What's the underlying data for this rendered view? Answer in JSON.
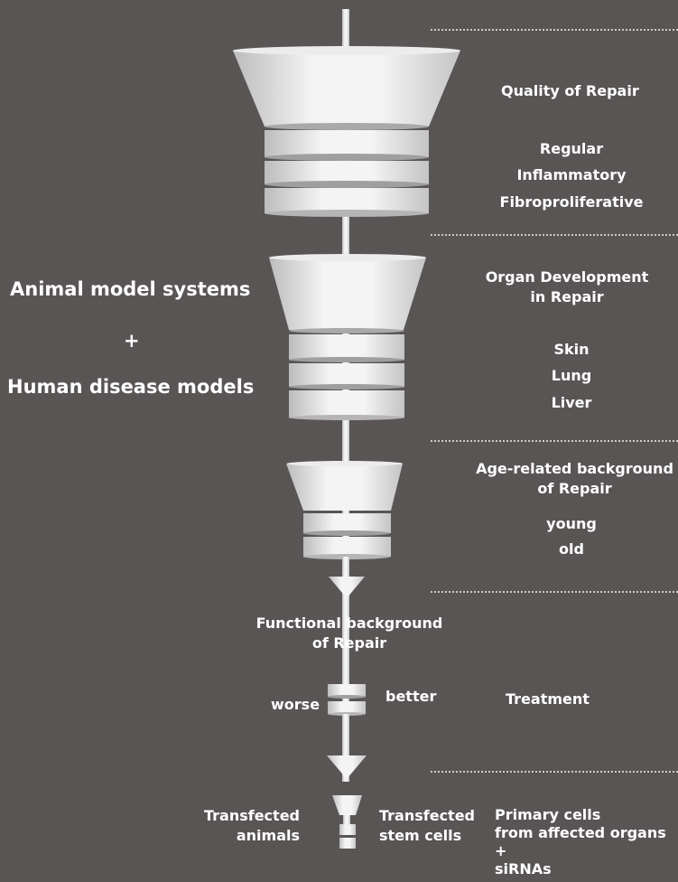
{
  "left_panel": {
    "line1": "Animal model systems",
    "plus": "+",
    "line2": "Human disease models"
  },
  "funnel_stages": [
    {
      "title_lines": [
        "Quality of Repair"
      ],
      "items": [
        "Regular",
        "Inflammatory",
        "Fibroproliferative"
      ]
    },
    {
      "title_lines": [
        "Organ Development",
        "in Repair"
      ],
      "items": [
        "Skin",
        "Lung",
        "Liver"
      ]
    },
    {
      "title_lines": [
        "Age-related background",
        "of Repair"
      ],
      "items": [
        "young",
        "old"
      ]
    }
  ],
  "functional": {
    "lines": [
      "Functional background",
      "of Repair"
    ],
    "worse": "worse",
    "better": "better",
    "treatment": "Treatment"
  },
  "bottom": {
    "animals": [
      "Transfected",
      "animals"
    ],
    "stem_cells": [
      "Transfected",
      "stem cells"
    ],
    "primary": [
      "Primary cells",
      "from affected organs",
      "+",
      "siRNAs"
    ]
  },
  "colors": {
    "background": "#5a5555",
    "shape_light": "#f2f2f2",
    "shape_shadow": "#bdbdbd",
    "text": "#ffffff"
  }
}
